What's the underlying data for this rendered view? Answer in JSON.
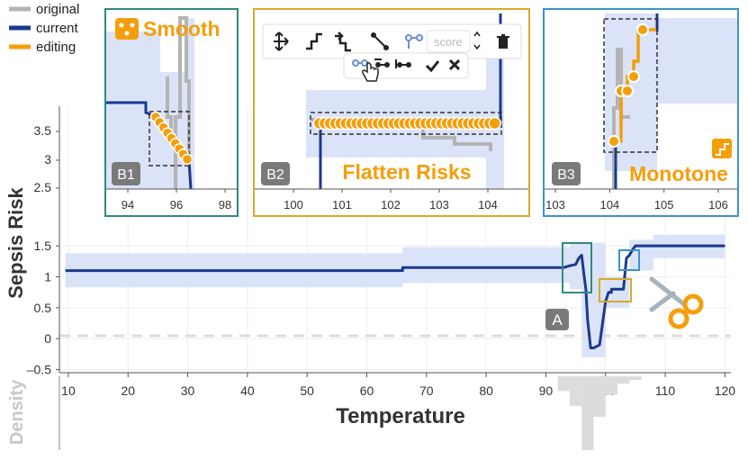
{
  "legend": [
    {
      "label": "original",
      "color": "#b4b4b4"
    },
    {
      "label": "current",
      "color": "#1a3a8c"
    },
    {
      "label": "editing",
      "color": "#f59e0b"
    }
  ],
  "colors": {
    "band": "#dbe3f9",
    "current": "#1a3a8c",
    "original": "#b4b4b4",
    "editing": "#f59e0b",
    "smooth_border": "#2f8a7f",
    "flatten_border": "#d8a92b",
    "monotone_border": "#3b94cc",
    "badge": "#7a7a7a",
    "density": "#dcdcdc"
  },
  "main": {
    "y_axis_label": "Sepsis Risk",
    "x_axis_label": "Temperature",
    "density_label": "Density",
    "annotation": "A",
    "scissors_icon": "scissors-icon"
  },
  "panel_smooth": {
    "badge": "B1",
    "title": "Smooth",
    "icon": "smooth-icon",
    "y_ticks": [
      "3.5",
      "3",
      "2.5"
    ],
    "x_ticks": [
      "94",
      "96",
      "98"
    ]
  },
  "panel_flatten": {
    "badge": "B2",
    "title": "Flatten Risks",
    "x_ticks": [
      "100",
      "101",
      "102",
      "103",
      "104"
    ],
    "toolbar": {
      "move_icon": "move-icon",
      "increasing_icon": "step-increasing-icon",
      "decreasing_icon": "step-decreasing-icon",
      "interpolate_icon": "interpolate-icon",
      "align_icon": "align-icon",
      "score_placeholder": "score",
      "delete_icon": "trash-icon",
      "sub_icon_1": "node-link-icon",
      "sub_icon_2": "node-link-alt-icon",
      "sub_icon_3": "node-link-end-icon",
      "confirm_icon": "check-icon",
      "cancel_icon": "close-icon"
    }
  },
  "panel_monotone": {
    "badge": "B3",
    "title": "Monotone",
    "icon": "monotone-icon",
    "x_ticks": [
      "103",
      "104",
      "105",
      "106"
    ]
  },
  "chart_data": {
    "type": "line",
    "xlabel": "Temperature",
    "ylabel": "Sepsis Risk",
    "xlim": [
      8.5,
      121
    ],
    "ylim": [
      -0.55,
      1.75
    ],
    "x_ticks": [
      10,
      20,
      30,
      40,
      50,
      60,
      70,
      80,
      90,
      100,
      110,
      120
    ],
    "y_ticks": [
      -0.5,
      0,
      0.5,
      1,
      1.5
    ],
    "y_tick_labels": [
      "–0.5",
      "0",
      "0.5",
      "1",
      "1.5"
    ],
    "grid": true,
    "legend_position": "top-left",
    "series": [
      {
        "name": "current",
        "x": [
          9.5,
          66,
          66,
          93,
          94,
          95,
          95.5,
          96,
          96.3,
          96.7,
          97,
          97.5,
          98,
          99,
          100,
          100.5,
          101,
          101,
          103,
          103.5,
          104,
          104.3,
          104.6,
          105,
          120
        ],
        "y": [
          1.1,
          1.1,
          1.15,
          1.15,
          1.18,
          1.2,
          1.3,
          1.35,
          1.1,
          0.8,
          0.3,
          -0.15,
          -0.15,
          -0.1,
          0.6,
          0.75,
          0.75,
          0.8,
          0.8,
          1.3,
          1.35,
          1.4,
          1.45,
          1.5,
          1.5
        ]
      }
    ],
    "confidence_band": {
      "x": [
        9.5,
        66,
        66,
        94,
        94,
        96,
        96,
        100,
        100,
        104,
        104,
        108,
        108,
        120
      ],
      "lower": [
        0.83,
        0.83,
        0.9,
        0.9,
        0.8,
        0.8,
        -0.3,
        -0.3,
        0.5,
        0.5,
        1.1,
        1.1,
        1.3,
        1.3
      ],
      "upper": [
        1.38,
        1.38,
        1.48,
        1.48,
        1.55,
        1.55,
        1.55,
        1.55,
        1.0,
        1.0,
        1.6,
        1.6,
        1.68,
        1.68
      ]
    },
    "density": {
      "x": [
        93,
        95,
        97,
        99,
        101,
        103,
        105
      ],
      "values": [
        0.2,
        0.4,
        1.0,
        0.55,
        0.25,
        0.1,
        0.05
      ]
    }
  }
}
